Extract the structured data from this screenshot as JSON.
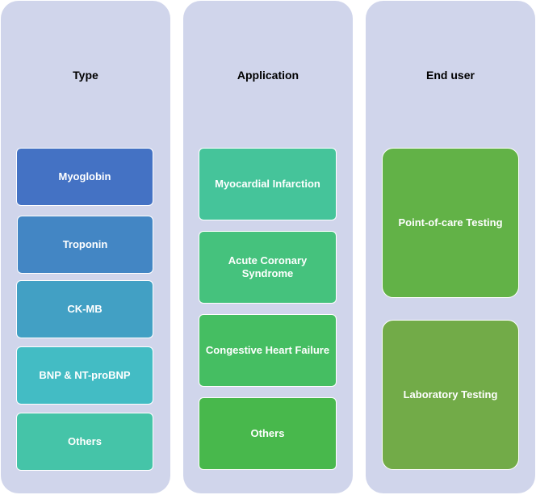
{
  "columns": [
    {
      "title": "Type",
      "items": [
        {
          "label": "Myoglobin",
          "color": "#4472c4"
        },
        {
          "label": "Troponin",
          "color": "#4386c4"
        },
        {
          "label": "CK-MB",
          "color": "#42a0c4"
        },
        {
          "label": "BNP & NT-proBNP",
          "color": "#43bcc4"
        },
        {
          "label": "Others",
          "color": "#45c4a8"
        }
      ]
    },
    {
      "title": "Application",
      "items": [
        {
          "label": "Myocardial Infarction",
          "color": "#45c49a"
        },
        {
          "label": "Acute Coronary Syndrome",
          "color": "#45c27d"
        },
        {
          "label": "Congestive Heart Failure",
          "color": "#45be62"
        },
        {
          "label": "Others",
          "color": "#48b84c"
        }
      ]
    },
    {
      "title": "End user",
      "items": [
        {
          "label": "Point-of-care Testing",
          "color": "#62b247"
        },
        {
          "label": "Laboratory Testing",
          "color": "#72ab48"
        }
      ]
    }
  ]
}
